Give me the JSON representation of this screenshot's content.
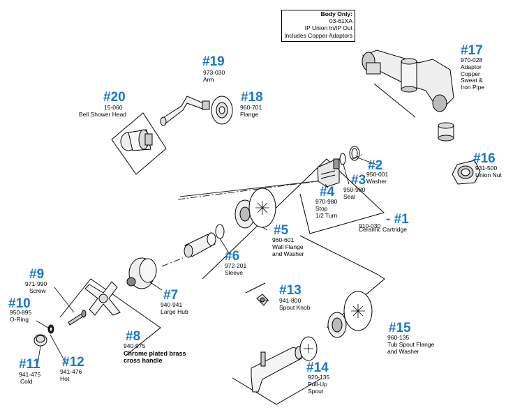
{
  "body_only": {
    "line1": "Body Only:",
    "line2": "03-61XA",
    "line3": "IP Union In/IP Out",
    "line4": "Includes Copper Adaptors"
  },
  "parts": {
    "p1": {
      "num": "- #1",
      "pn": "910-030",
      "desc": "Ceramic Cartridge"
    },
    "p2": {
      "num": "#2",
      "pn": "950-001",
      "desc": "Washer"
    },
    "p3": {
      "num": "#3",
      "pn": "950-980",
      "desc": "Seal"
    },
    "p4": {
      "num": "#4",
      "pn": "970-980",
      "desc1": "Stop",
      "desc2": "1/2 Turn"
    },
    "p5": {
      "num": "#5",
      "pn": "960-601",
      "desc1": "Wall Flange",
      "desc2": "and Washer"
    },
    "p6": {
      "num": "#6",
      "pn": "972-201",
      "desc": "Sleeve"
    },
    "p7": {
      "num": "#7",
      "pn": "940-941",
      "desc": "Large Hub"
    },
    "p8": {
      "num": "#8",
      "pn": "940-975",
      "desc1": "Chrome plated brass",
      "desc2": "cross handle"
    },
    "p9": {
      "num": "#9",
      "pn": "971-990",
      "desc": "Screw"
    },
    "p10": {
      "num": "#10",
      "pn": "950-895",
      "desc": "O-Ring"
    },
    "p11": {
      "num": "#11",
      "pn": "941-475",
      "desc": "Cold"
    },
    "p12": {
      "num": "#12",
      "pn": "941-476",
      "desc": "Hot"
    },
    "p13": {
      "num": "#13",
      "pn": "941-800",
      "desc": "Spout Knob"
    },
    "p14": {
      "num": "#14",
      "pn": "920-135",
      "desc1": "Pull-Up",
      "desc2": "Spout"
    },
    "p15": {
      "num": "#15",
      "pn": "960-135",
      "desc1": "Tub Spout Flange",
      "desc2": "and Washer"
    },
    "p16": {
      "num": "#16",
      "pn": "931-500",
      "desc": "Union Nut"
    },
    "p17": {
      "num": "#17",
      "pn": "970-028",
      "desc1": "Adaptor",
      "desc2": "Copper",
      "desc3": "Sweat &",
      "desc4": "Iron Pipe"
    },
    "p18": {
      "num": "#18",
      "pn": "960-701",
      "desc": "Flange"
    },
    "p19": {
      "num": "#19",
      "pn": "973-030",
      "desc": "Arm"
    },
    "p20": {
      "num": "#20",
      "pn": "15-060",
      "desc": "Bell Shower Head"
    }
  },
  "colors": {
    "number_blue": "#1877c9",
    "line": "#000000"
  }
}
